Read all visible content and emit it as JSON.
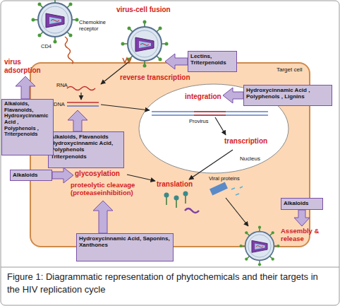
{
  "diagram": {
    "caption": "Figure 1: Diagrammatic representation of phytochemicals and their targets in the HIV replication cycle",
    "nodes": [
      {
        "text": [
          "Lectins, Triterpenoids"
        ]
      },
      {
        "text": [
          "Hydroxycinnamic Acid , Polyphenols , Lignins"
        ]
      },
      {
        "text": [
          "Alkaloids, Flavanoids, Hydroxycinnamic Acid , Polyphenols , Triterpenoids"
        ]
      },
      {
        "text": [
          "Target cell"
        ]
      },
      {
        "text": [
          "Nucleus"
        ],
        "in": 3
      },
      {
        "text": [
          "Alkaloids, Flavanoids Hydroxycinnamic Acid, Polyphenols Triterpenoids"
        ],
        "in": 3
      },
      {
        "text": [
          "Alkaloids"
        ]
      },
      {
        "text": [
          "Alkaloids"
        ]
      },
      {
        "text": [
          "Hydroxycinnamic Acid, Saponins, Xanthones"
        ]
      }
    ],
    "labels": [
      "virus-cell fusion",
      "Chemokine receptor",
      "CD4",
      "virus adsorption",
      "RNA",
      "reverse transcription",
      "DNA",
      "integration",
      "Provirus",
      "transcription",
      "glycosylation",
      "proteolytic cleavage (proteaseinhibition)",
      "translation",
      "Viral proteins",
      "Assembly & release"
    ]
  }
}
